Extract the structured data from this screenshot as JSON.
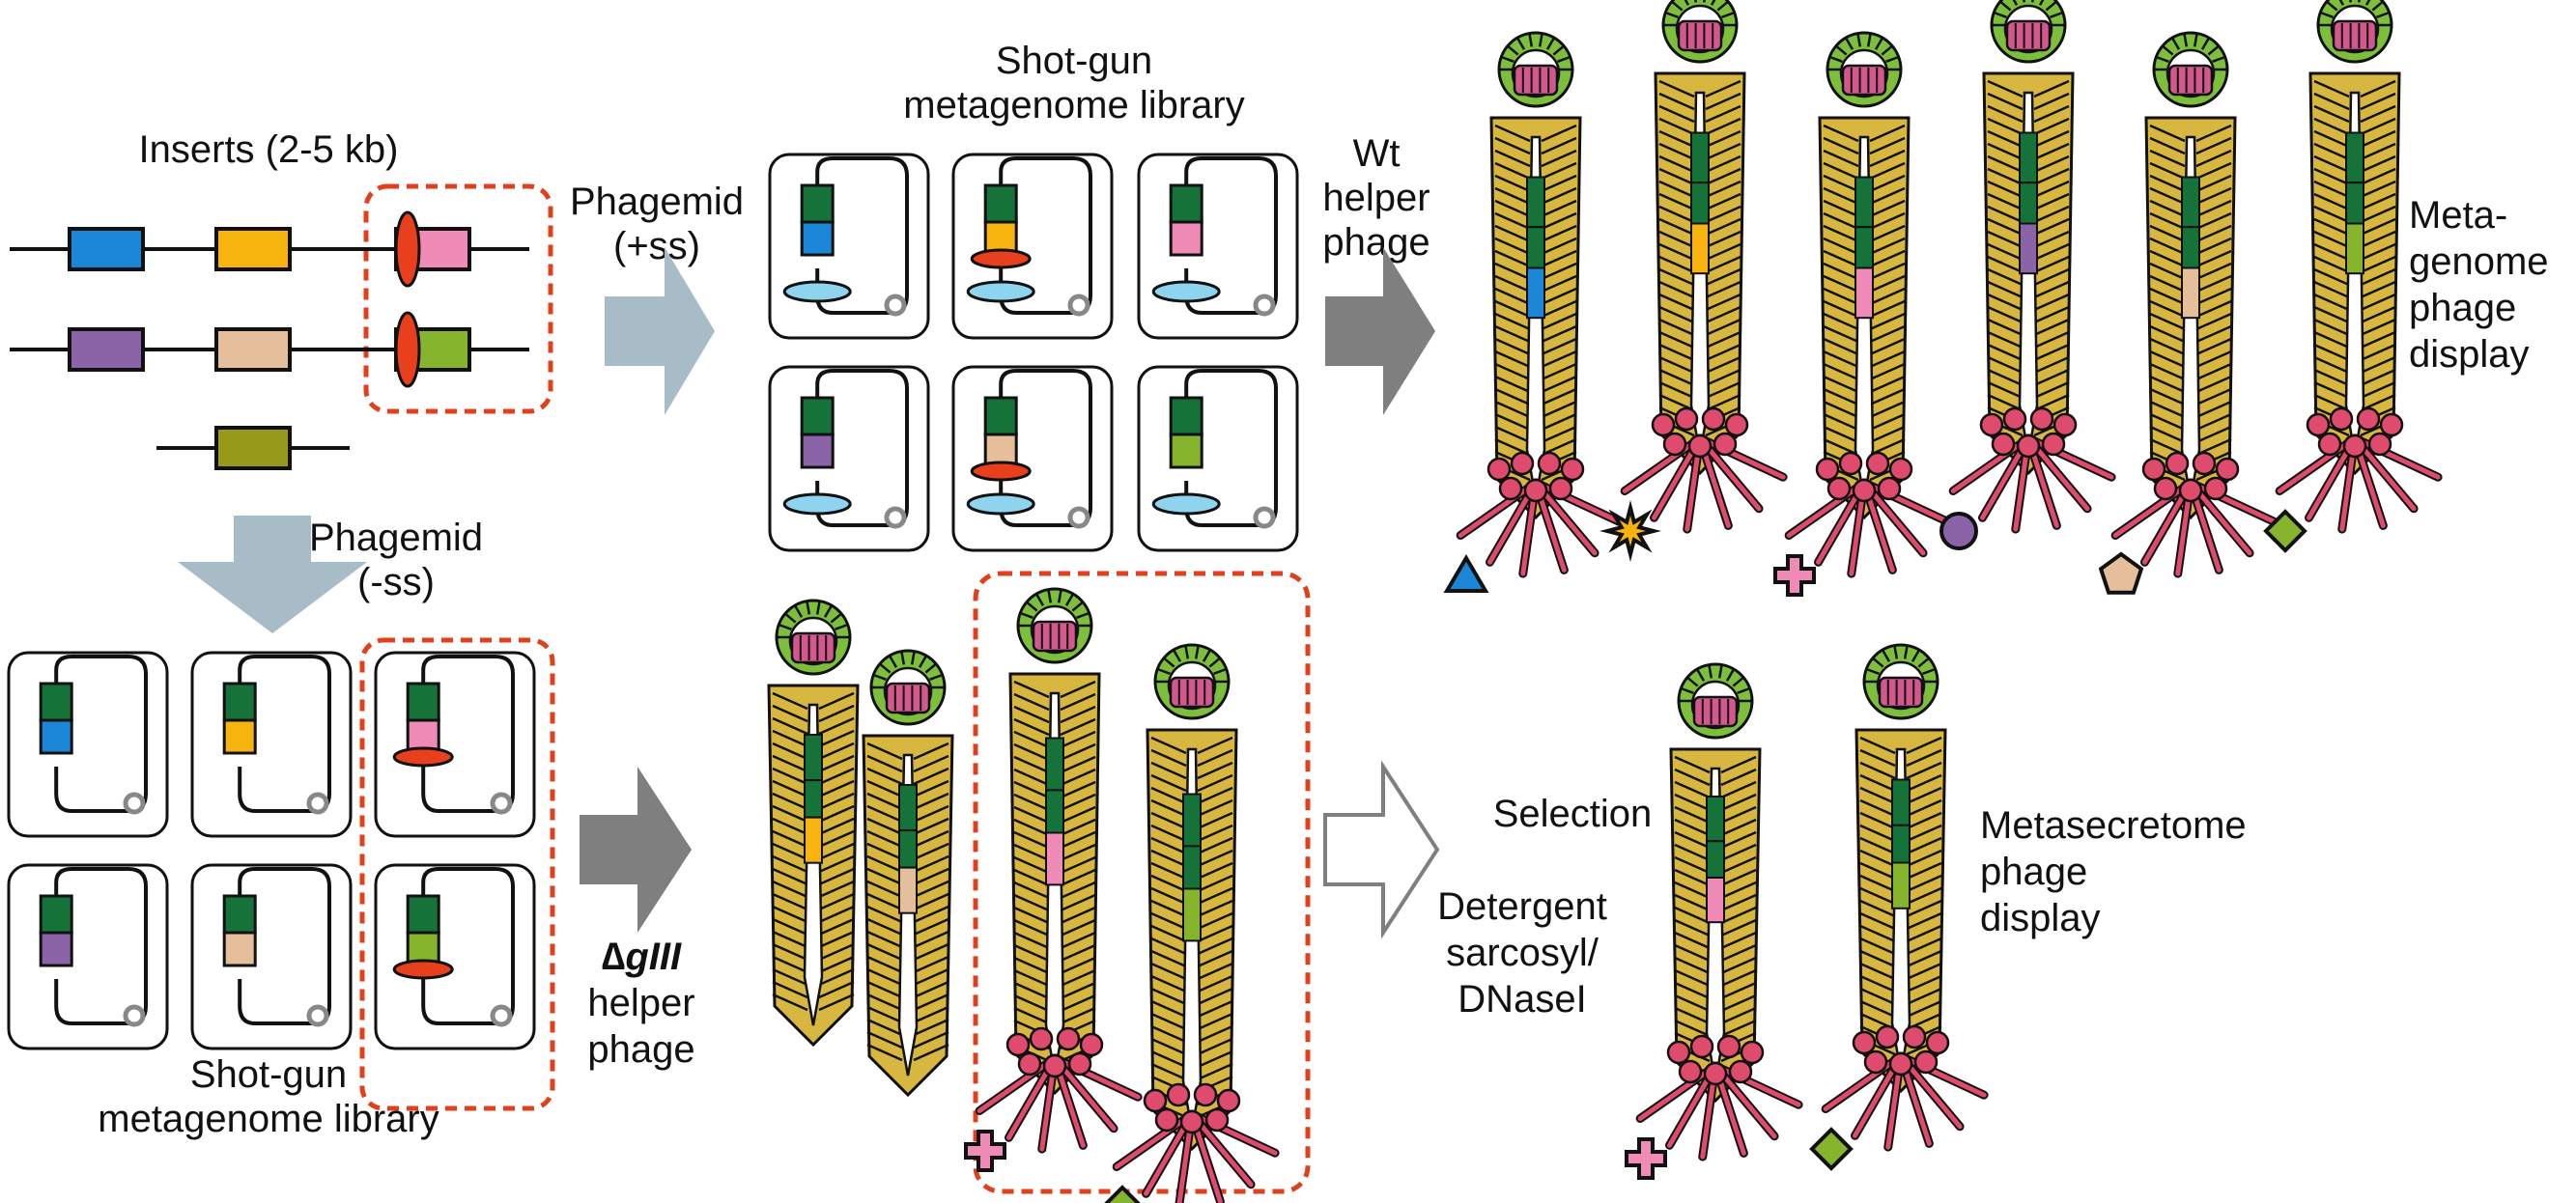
{
  "labels": {
    "inserts": "Inserts (2-5 kb)",
    "phagemid_plus": [
      "Phagemid",
      "(+ss)"
    ],
    "shotgun_top": [
      "Shot-gun",
      "metagenome library"
    ],
    "wt_helper": [
      "Wt",
      "helper",
      "phage"
    ],
    "meta_display": [
      "Meta-",
      "genome",
      "phage",
      "display"
    ],
    "phagemid_minus": [
      "Phagemid",
      "(-ss)"
    ],
    "shotgun_bottom": [
      "Shot-gun",
      "metagenome library"
    ],
    "dgiii_helper": [
      "∆gIII",
      "helper",
      "phage"
    ],
    "selection": "Selection",
    "detergent": [
      "Detergent",
      "sarcosyl/",
      "DNaseI"
    ],
    "metasecretome": [
      "Metasecretome",
      "phage",
      "display"
    ]
  },
  "colors": {
    "blue": "#1b86d6",
    "orange": "#f7b40e",
    "pink": "#f08ab6",
    "purple": "#8b64a7",
    "tan": "#e5bf9c",
    "green": "#86b52d",
    "olive": "#97991a",
    "dark_green": "#15733a",
    "red_ellipse": "#e8401c",
    "light_blue_ellipse": "#8fd4ee",
    "selection_red": "#e0401b",
    "dashed_red": "#e0401b",
    "gray_arrow": "#7f7f7f",
    "light_arrow": "#a8bcc7",
    "capsid_green": "#7dbf3a",
    "capsid_pink": "#d4578e",
    "tail_yellow": "#d8b740",
    "tail_fiber": "#de4b6c"
  },
  "inserts": [
    {
      "color": "blue",
      "ellipse": false
    },
    {
      "color": "orange",
      "ellipse": false
    },
    {
      "color": "pink",
      "ellipse": true
    },
    {
      "color": "purple",
      "ellipse": false
    },
    {
      "color": "tan",
      "ellipse": false
    },
    {
      "color": "green",
      "ellipse": true
    },
    {
      "color": "olive",
      "ellipse": false
    }
  ],
  "top_library": [
    {
      "color": "blue",
      "red": false
    },
    {
      "color": "orange",
      "red": true
    },
    {
      "color": "pink",
      "red": false
    },
    {
      "color": "purple",
      "red": false
    },
    {
      "color": "tan",
      "red": true
    },
    {
      "color": "green",
      "red": false
    }
  ],
  "bottom_library": [
    {
      "color": "blue",
      "red": false
    },
    {
      "color": "orange",
      "red": false
    },
    {
      "color": "pink",
      "red": true
    },
    {
      "color": "purple",
      "red": false
    },
    {
      "color": "tan",
      "red": false
    },
    {
      "color": "green",
      "red": true
    }
  ],
  "metagenome_phages": [
    {
      "color": "blue",
      "marker": "triangle",
      "marker_color": "blue"
    },
    {
      "color": "orange",
      "marker": "star",
      "marker_color": "orange"
    },
    {
      "color": "pink",
      "marker": "cross",
      "marker_color": "pink"
    },
    {
      "color": "purple",
      "marker": "circle",
      "marker_color": "purple"
    },
    {
      "color": "tan",
      "marker": "pentagon",
      "marker_color": "tan"
    },
    {
      "color": "green",
      "marker": "diamond",
      "marker_color": "green"
    }
  ],
  "dgiii_phages_plain": [
    {
      "color": "orange"
    },
    {
      "color": "tan"
    }
  ],
  "dgiii_phages_selected": [
    {
      "color": "pink",
      "marker": "cross",
      "marker_color": "pink"
    },
    {
      "color": "green",
      "marker": "diamond",
      "marker_color": "green"
    }
  ],
  "secretome_phages": [
    {
      "color": "pink",
      "marker": "cross",
      "marker_color": "pink"
    },
    {
      "color": "green",
      "marker": "diamond",
      "marker_color": "green"
    }
  ]
}
